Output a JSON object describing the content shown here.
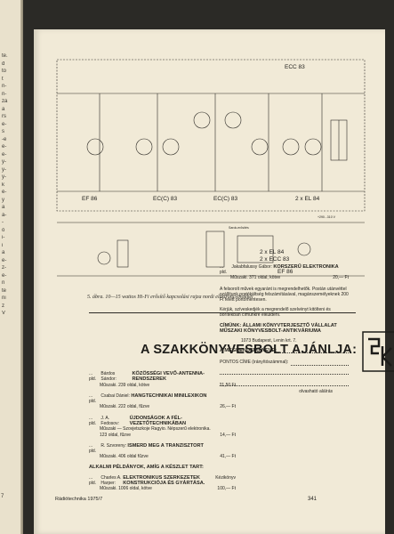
{
  "left_margin": {
    "fragments": [
      "te.",
      "d",
      "to",
      "t",
      "n-",
      "n-",
      "zá",
      "a",
      "rs",
      "e-",
      "s",
      "-e",
      "e-",
      "e-",
      "y-",
      "y-",
      "y-",
      "k",
      "é-",
      "y",
      "a",
      "á-",
      "-",
      "ó",
      "i-",
      "i",
      "a",
      "e-",
      "z-",
      "e-",
      "n",
      "te",
      "ni",
      "z",
      "V",
      "7"
    ]
  },
  "schematic": {
    "tube_labels": [
      "ECC 83",
      "EF 86",
      "EC(C) 83",
      "EC(C) 83",
      "2 x EL 84",
      "2 x EL 84",
      "2 x ECC 83",
      "EF 86"
    ],
    "small_labels": [
      "Sarok-erősítés",
      "+290...310 V",
      "+ 290-310 V"
    ]
  },
  "caption": "5. ábra. 10—15 wattos Hi-Fi erősítő kapcsolási rajza nordi elektroncsövekkel",
  "heading": "A SZAKKÖNYVESBOLT AJÁNLJA:",
  "left_column": {
    "entries": [
      {
        "prefix": "... pld.",
        "author": "Bárdos Sándor:",
        "title": "KÖZÖSSÉGI VEVŐ-ANTENNA-RENDSZEREK",
        "details": "Műszaki. 239 oldal, kötve",
        "price": "21,50 Ft"
      },
      {
        "prefix": "... pld.",
        "author": "Csabai Dániel:",
        "title": "HANGTECHNIKAI MINILEXIKON",
        "details": "Műszaki. 222 oldal, fűzve",
        "price": "26,— Ft"
      },
      {
        "prefix": "... pld.",
        "author": "J. A. Fedosov:",
        "title": "ÚJDONSÁGOK A FÉL-VEZETŐTECHNIKÁBAN",
        "details": "Műszaki — Szovjetszkoje Ragyio. Népszerű elektronika.",
        "details2": "123 oldal, fűzve",
        "price": "14,— Ft"
      },
      {
        "prefix": "... pld.",
        "author": "R. Szvoreny:",
        "title": "ISMERD MEG A TRANZISZTORT",
        "details": "Műszaki. 406 oldal fűzve",
        "price": "41,— Ft"
      }
    ],
    "section_title": "ALKALMI PÉLDÁNYOK, AMÍG A KÉSZLET TART:",
    "special": {
      "prefix": "... pld.",
      "author": "Charles A. Harper:",
      "title": "ELEKTRONIKUS SZERKEZETEK KONSTRUKCIÓJA ÉS GYÁRTÁSA.",
      "publisher": "Kézikönyv",
      "details": "Műszaki. 1006 oldal, kötve",
      "price": "100,— Ft"
    }
  },
  "right_column": {
    "entry": {
      "prefix": "... pld.",
      "author": "Jakabfalussy Gábor:",
      "title": "KORSZERŰ ELEKTRONIKA",
      "details": "Műszaki. 371 oldal, kötve",
      "price": "20,— Ft"
    },
    "para1": "A felsorolt művek egyaránt is megrendelhetők. Postán utánvéttel szállítunk portóköltség felszámításával, magánszemélyeknek 200 Ft felett portómentesen.",
    "para2": "Kérjük, szíveskedjék a megrendelő szelvényt kitölteni és borítékban címünkre elküldeni.",
    "address_label": "CÍMÜNK:",
    "address_name": "ÁLLAMI KÖNYVTERJESZTŐ VÁLLALAT MŰSZAKI KÖNYVESBOLT-ANTIKVÁRIUMA",
    "address_line": "1073 Budapest, Lenin krt. 7.",
    "form_name": "A MEGRENDELŐ NEVE:",
    "form_address": "PONTOS CÍME (irányítószámmal):",
    "signature": "olvasható aláírás"
  },
  "footer": {
    "magazine": "Rádiótechnika 1975/7",
    "page_number": "341"
  },
  "logo_letters": [
    "S",
    "K"
  ]
}
